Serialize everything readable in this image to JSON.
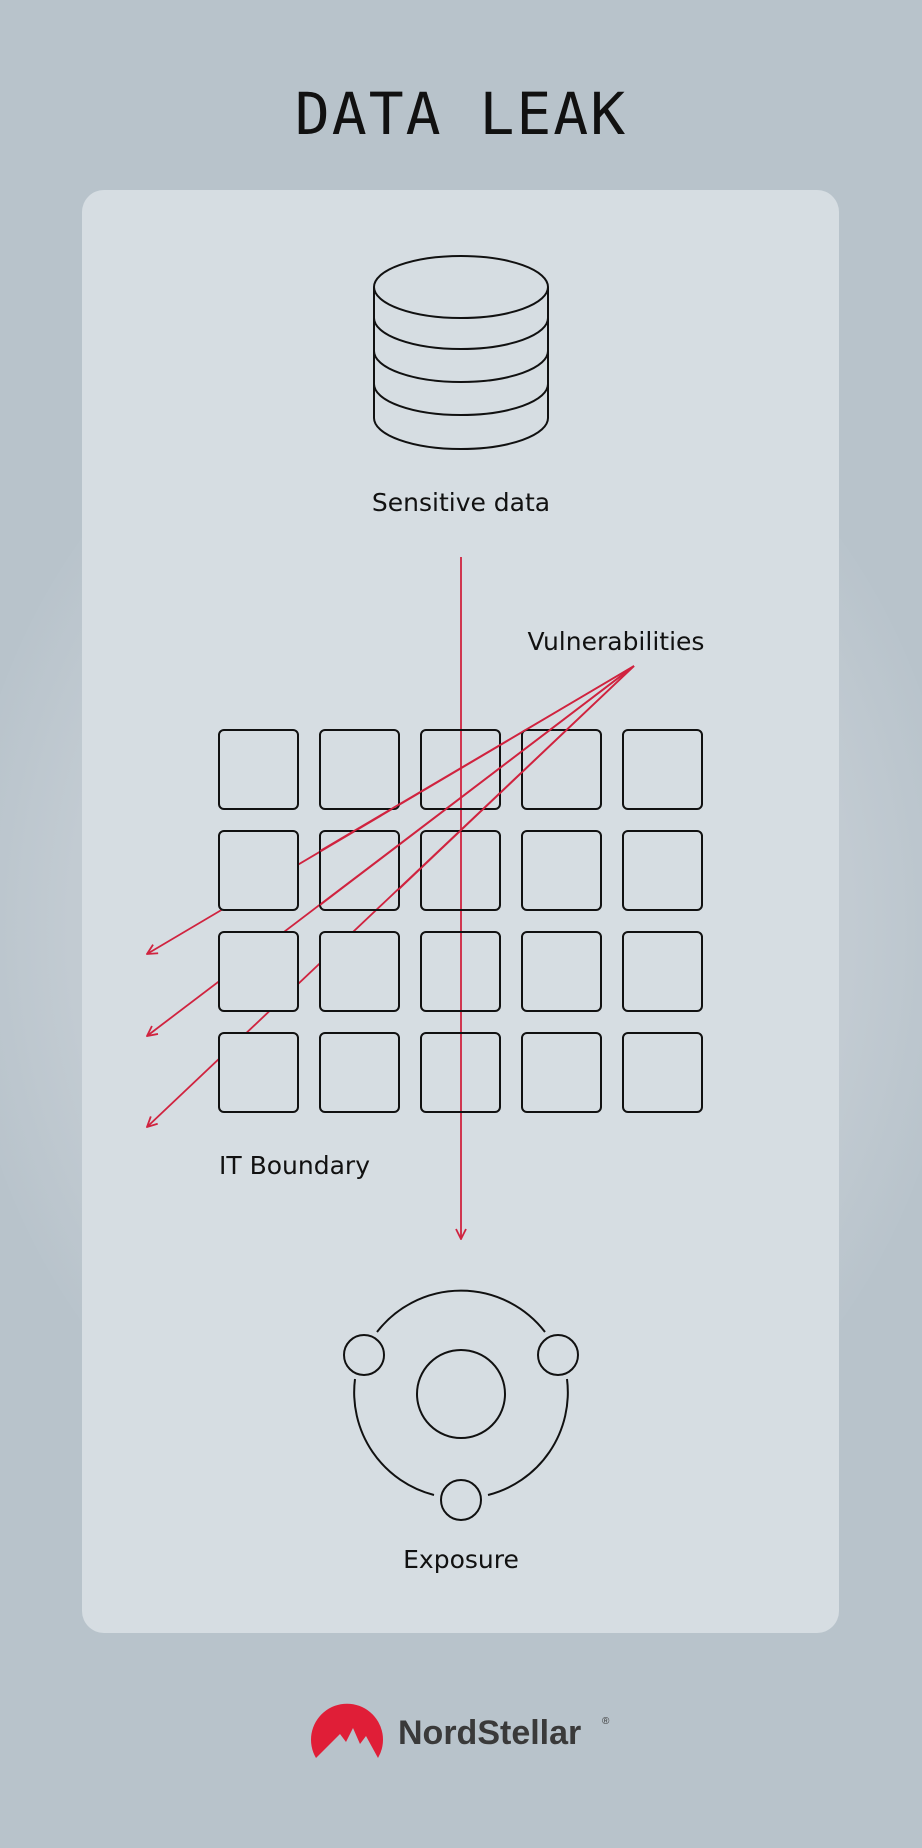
{
  "title": "DATA LEAK",
  "labels": {
    "sensitive_data": "Sensitive data",
    "vulnerabilities": "Vulnerabilities",
    "it_boundary": "IT Boundary",
    "exposure": "Exposure"
  },
  "brand": {
    "name": "NordStellar",
    "mark": "®"
  },
  "colors": {
    "background": "#b8c3cb",
    "card": "#d6dde2",
    "arrow": "#d0233f",
    "logo_red": "#e01e37",
    "text": "#111111",
    "brand_text": "#3a3a3a"
  },
  "icons": [
    "database-icon",
    "boundary-grid",
    "exposure-icon",
    "nordstellar-logo-icon"
  ]
}
